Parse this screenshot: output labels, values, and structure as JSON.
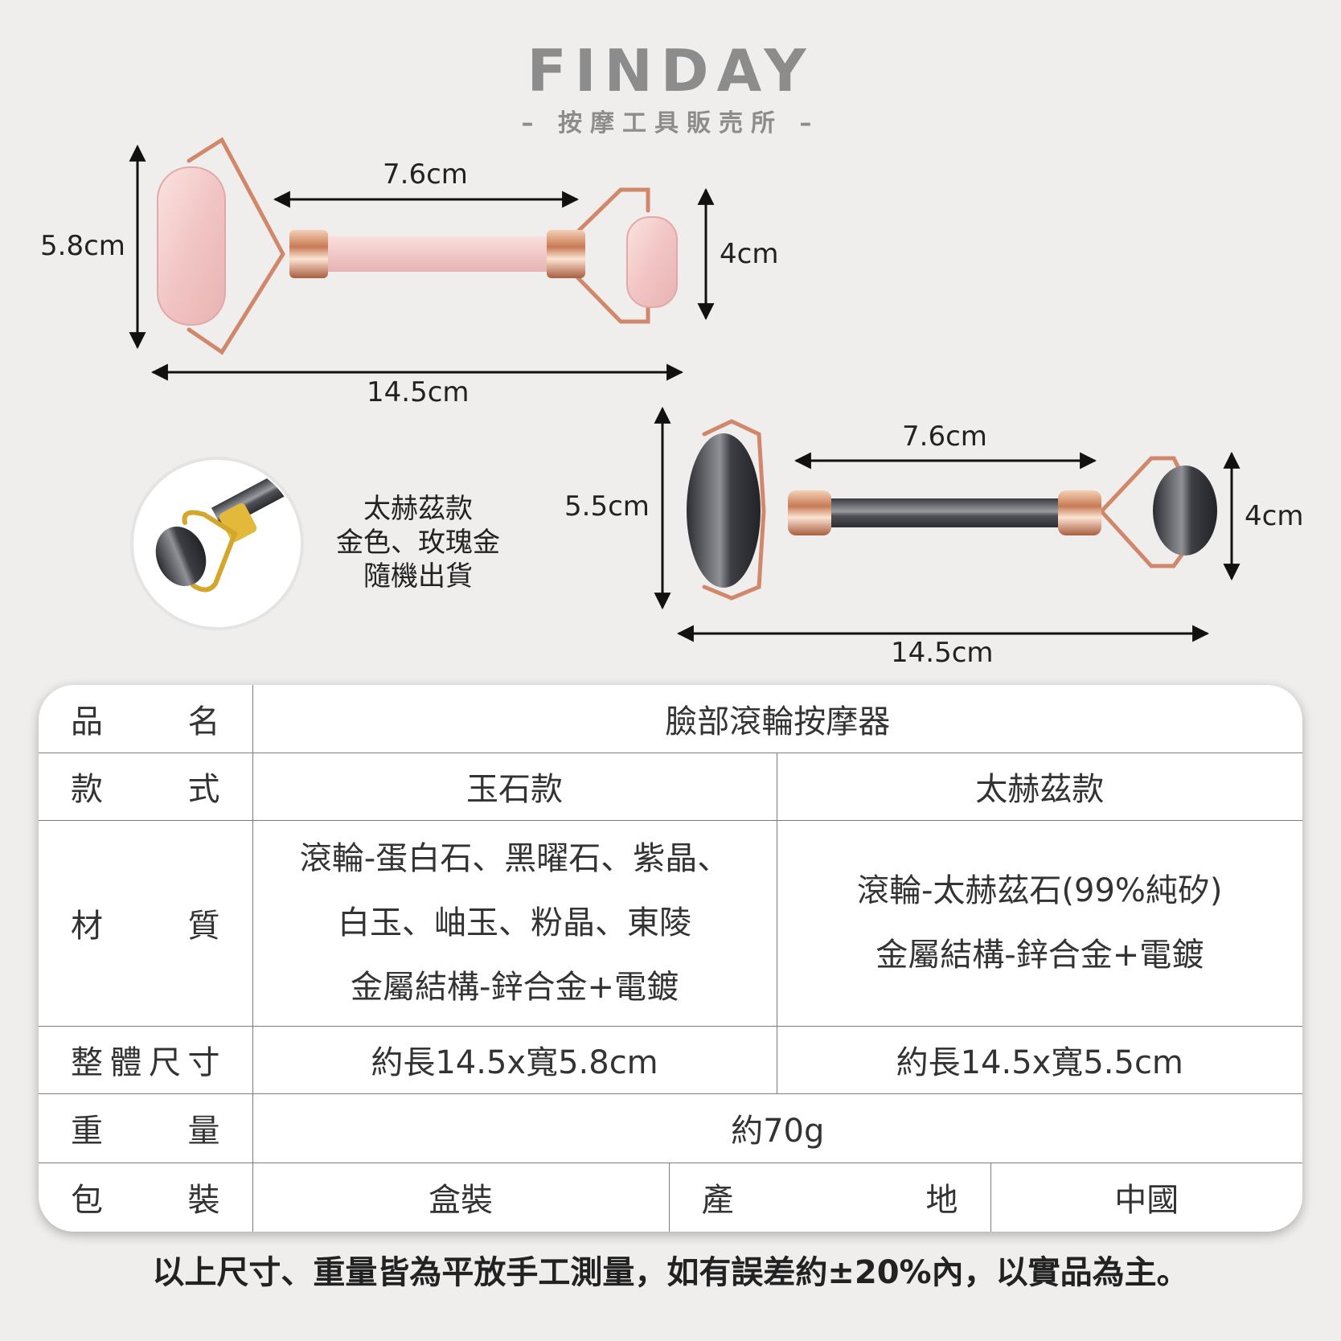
{
  "brand": {
    "name": "FINDAY",
    "tagline": "– 按摩工具販売所 –"
  },
  "jade_roller": {
    "inner_length": "7.6cm",
    "height": "5.8cm",
    "small_height": "4cm",
    "total_length": "14.5cm"
  },
  "tourmaline_roller": {
    "inner_length": "7.6cm",
    "height": "5.5cm",
    "small_height": "4cm",
    "total_length": "14.5cm"
  },
  "variant_note": {
    "line1": "太赫茲款",
    "line2": "金色、玫瑰金",
    "line3": "隨機出貨"
  },
  "spec": {
    "name_label": [
      "品",
      "名"
    ],
    "name_value": "臉部滾輪按摩器",
    "style_label": [
      "款",
      "式"
    ],
    "style_jade": "玉石款",
    "style_tera": "太赫茲款",
    "material_label": [
      "材",
      "質"
    ],
    "material_jade": [
      "滾輪-蛋白石、黑曜石、紫晶、",
      "白玉、岫玉、粉晶、東陵",
      "金屬結構-鋅合金+電鍍"
    ],
    "material_tera": [
      "滾輪-太赫茲石(99%純矽)",
      "金屬結構-鋅合金+電鍍"
    ],
    "size_label": [
      "整",
      "體",
      "尺",
      "寸"
    ],
    "size_jade": "約長14.5x寬5.8cm",
    "size_tera": "約長14.5x寬5.5cm",
    "weight_label": [
      "重",
      "量"
    ],
    "weight_value": "約70g",
    "package_label": [
      "包",
      "裝"
    ],
    "package_value": "盒裝",
    "origin_label": [
      "產",
      "地"
    ],
    "origin_value": "中國"
  },
  "footnote": "以上尺寸、重量皆為平放手工測量，如有誤差約±20%內，以實品為主。",
  "colors": {
    "background": "#efeeed",
    "rose_gold": "#d98a6a",
    "rose_quartz": "#f2cfcf",
    "hematite": "#4d4f55",
    "gold": "#c9a227",
    "logo_gray": "#8c8c8c"
  }
}
